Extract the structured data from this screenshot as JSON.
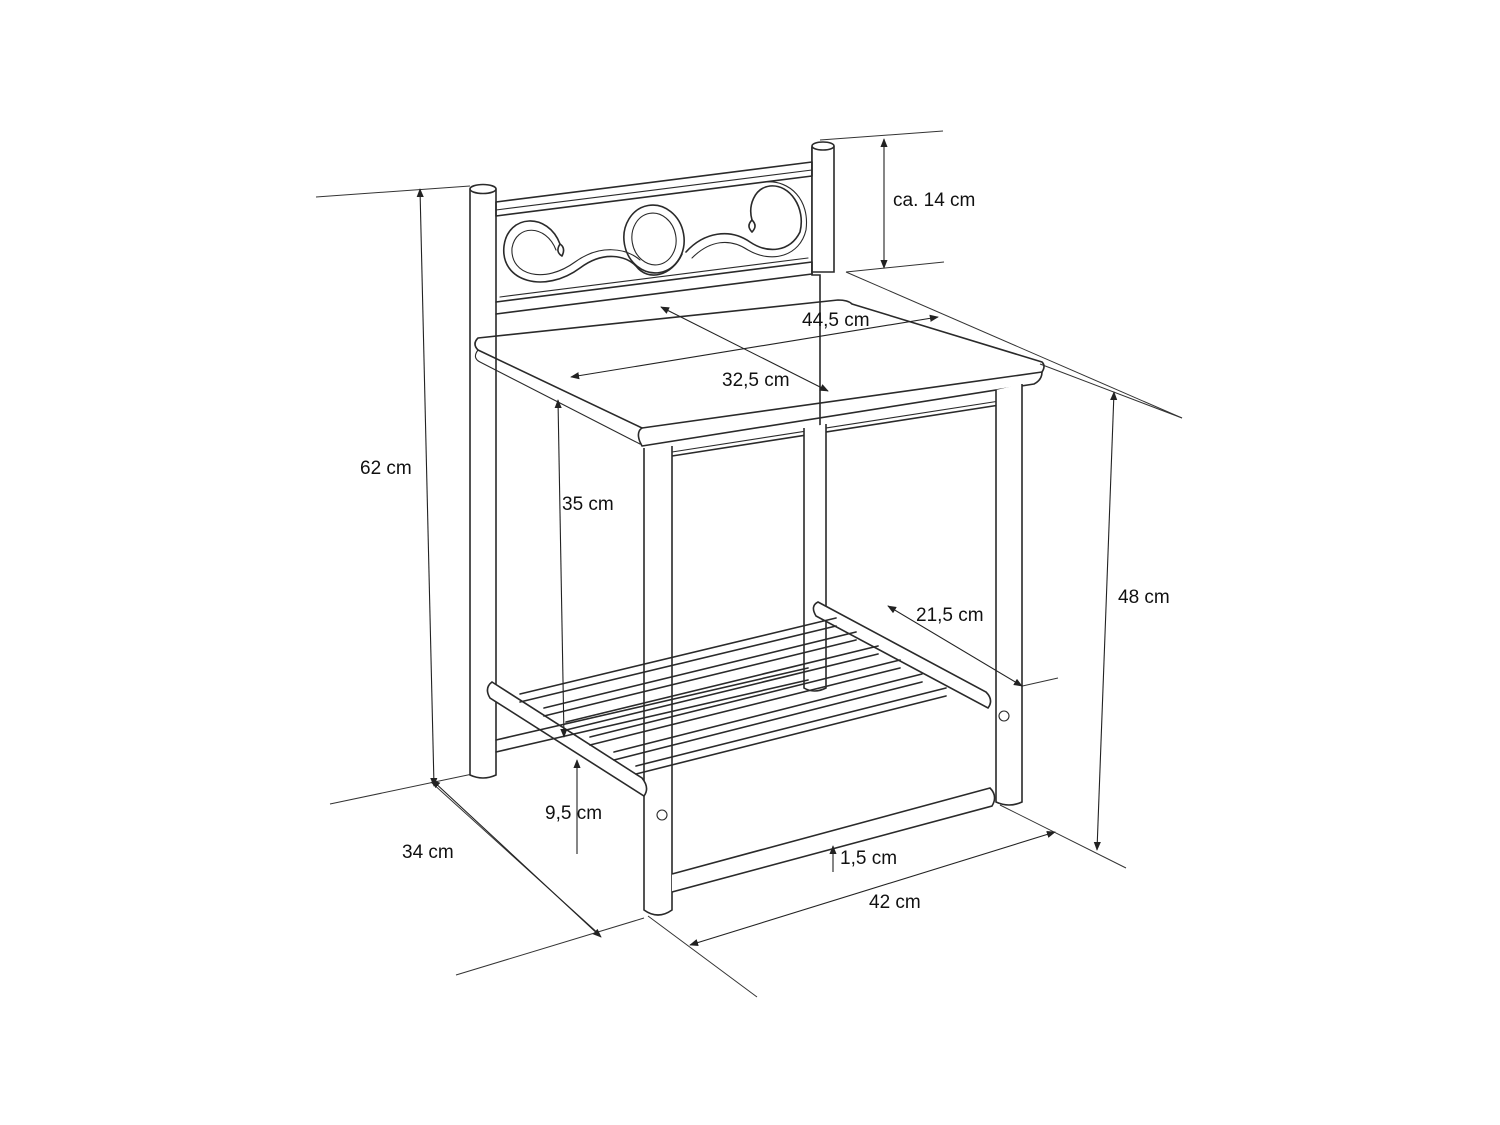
{
  "dimensions": {
    "headboard_height": "ca. 14 cm",
    "top_width": "44,5 cm",
    "top_depth": "32,5 cm",
    "total_height": "62 cm",
    "shelf_clearance": "35 cm",
    "table_height": "48 cm",
    "shelf_depth": "21,5 cm",
    "shelf_height": "9,5 cm",
    "foot_height": "1,5 cm",
    "depth": "34 cm",
    "width": "42 cm"
  },
  "colors": {
    "line": "#2a2a2a",
    "background": "#ffffff"
  }
}
